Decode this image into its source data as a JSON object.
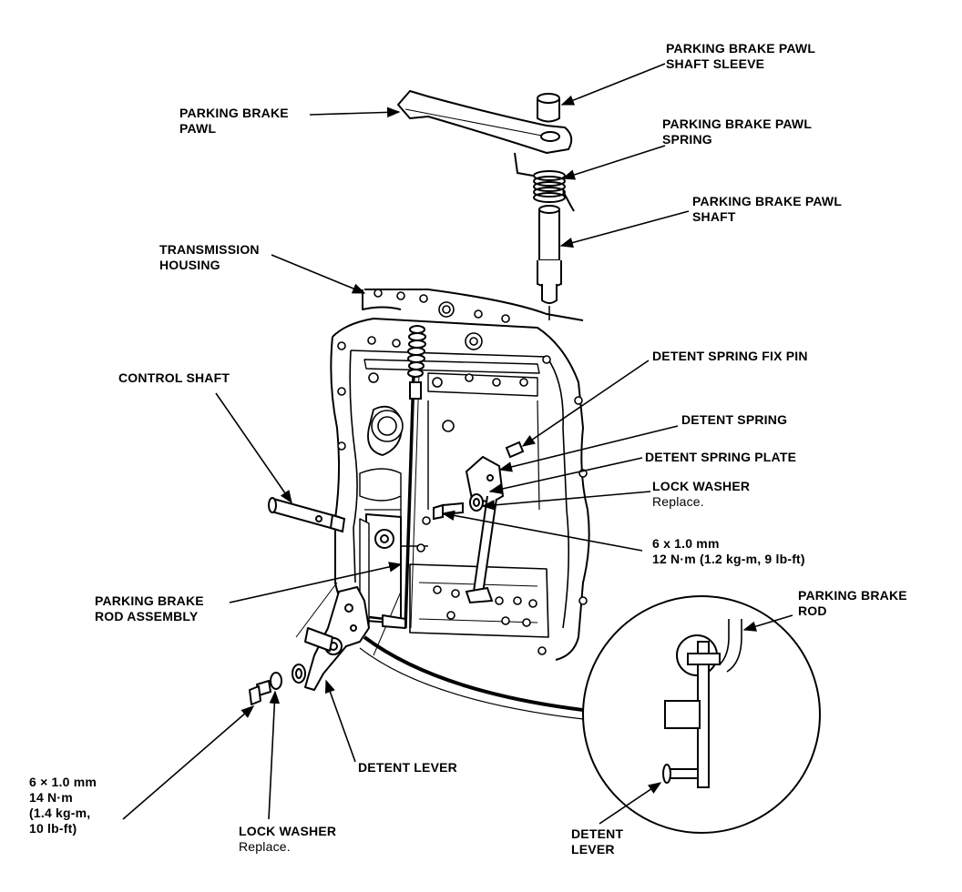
{
  "labels": {
    "pawl_sleeve": [
      "PARKING BRAKE PAWL",
      "SHAFT SLEEVE"
    ],
    "pawl": [
      "PARKING BRAKE",
      "PAWL"
    ],
    "pawl_spring": [
      "PARKING BRAKE PAWL",
      "SPRING"
    ],
    "pawl_shaft": [
      "PARKING BRAKE PAWL",
      "SHAFT"
    ],
    "housing": [
      "TRANSMISSION",
      "HOUSING"
    ],
    "control_shaft": "CONTROL SHAFT",
    "fix_pin": "DETENT SPRING FIX PIN",
    "detent_spring": "DETENT SPRING",
    "spring_plate": "DETENT SPRING PLATE",
    "lock_washer_right": {
      "title": "LOCK WASHER",
      "note": "Replace."
    },
    "bolt_right": [
      "6 x 1.0 mm",
      "12 N·m (1.2 kg-m, 9 lb-ft)"
    ],
    "rod_assembly": [
      "PARKING BRAKE",
      "ROD ASSEMBLY"
    ],
    "rod_inset": [
      "PARKING BRAKE",
      "ROD"
    ],
    "detent_lever": "DETENT LEVER",
    "bolt_left": [
      "6 × 1.0 mm",
      "14 N·m",
      "(1.4 kg-m,",
      "10 lb-ft)"
    ],
    "lock_washer_left": {
      "title": "LOCK WASHER",
      "note": "Replace."
    },
    "detent_lever_inset": [
      "DETENT",
      "LEVER"
    ]
  }
}
